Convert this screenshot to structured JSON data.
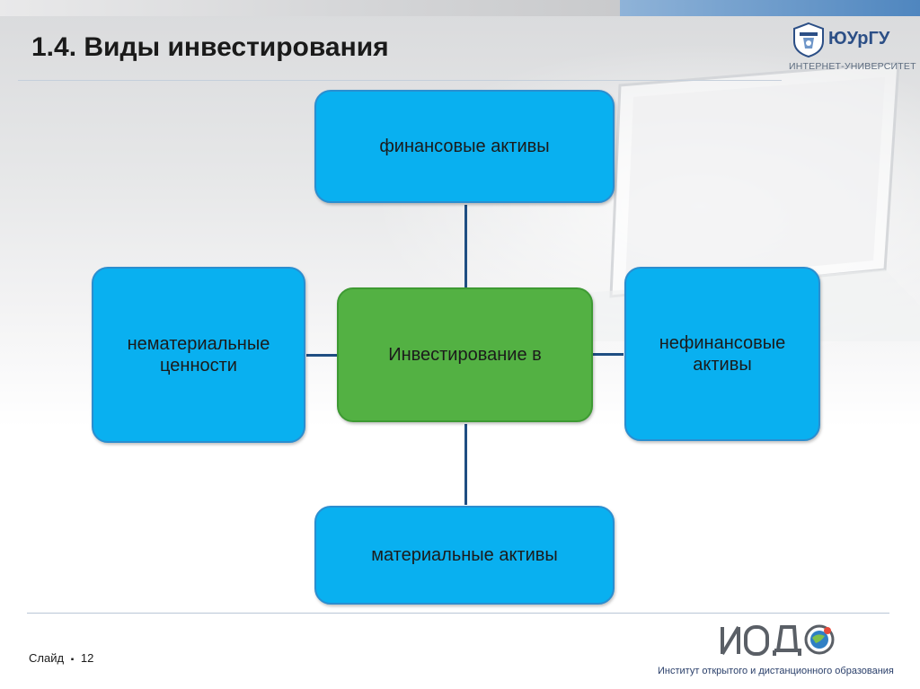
{
  "slide": {
    "title": "1.4. Виды инвестирования",
    "slide_label": "Слайд",
    "slide_separator": "▪",
    "slide_number": "12"
  },
  "header": {
    "logo_name": "ЮУрГУ",
    "logo_subtitle": "ИНТЕРНЕТ-УНИВЕРСИТЕТ",
    "logo_icon": "susu-emblem-icon"
  },
  "diagram": {
    "center": "Инвестирование в",
    "top": "финансовые активы",
    "left": "нематериальные ценности",
    "right": "нефинансовые активы",
    "bottom": "материальные активы"
  },
  "footer": {
    "logo_text": "ИОДО",
    "institute": "Институт открытого и дистанционного образования"
  },
  "colors": {
    "box_blue": "#09b0f0",
    "box_green": "#53b143",
    "connector": "#1f4e82",
    "brand_blue": "#2c4f86"
  }
}
